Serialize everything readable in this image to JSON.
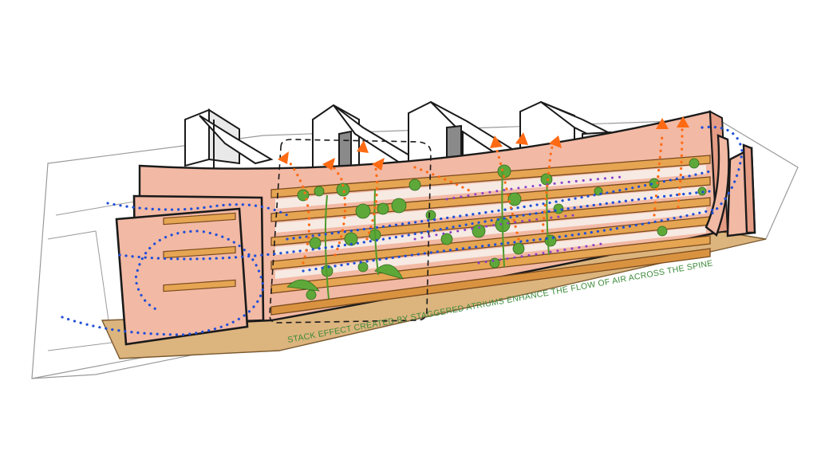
{
  "diagram": {
    "caption": "STACK EFFECT CREATED BY STAGGERED  ATRIUMS ENHANCE  THE FLOW OF AIR ACROSS THE SPINE"
  },
  "colors": {
    "facade": "#f2b9a4",
    "deck": "#e6a552",
    "ground": "#dcb47e",
    "greenery": "#5ea83a",
    "cool_air": "#1f4fd8",
    "warm_air": "#ff6a13",
    "mixed_air": "#8a3fc9",
    "caption_text": "#3d8a3a",
    "ink": "#1a1a1a"
  },
  "icons": [
    "cool-air-flow-path",
    "warm-air-exhaust-arrow",
    "atrium-highlight-outline"
  ]
}
